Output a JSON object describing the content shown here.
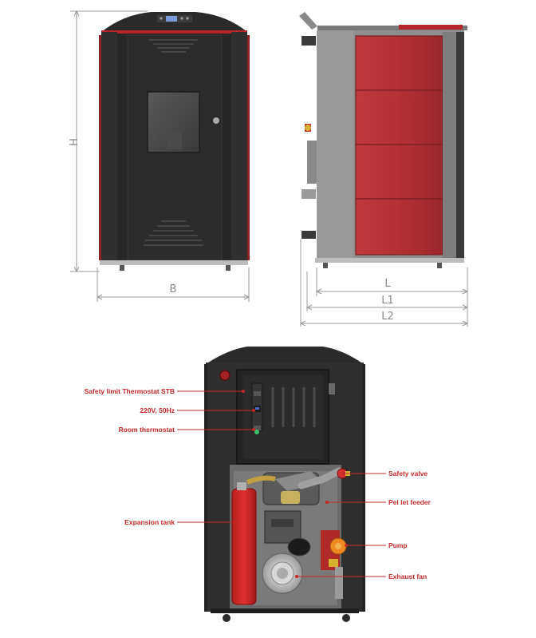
{
  "dimensions": {
    "height": "H",
    "width": "B",
    "length": "L",
    "length_1": "L1",
    "length_2": "L2"
  },
  "callouts": {
    "stb": "Safety limit Thermostat STB",
    "power": "220V, 50Hz",
    "room_thermostat": "Room thermostat",
    "expansion_tank": "Expansion tank",
    "safety_valve": "Safety valve",
    "pellet_feeder": "Pel let feeder",
    "pump": "Pump",
    "exhaust_fan": "Exhaust fan"
  },
  "colors": {
    "body": "#262626",
    "accent_red": "#b3262b",
    "annotation": "#c62828",
    "side_panel": "#c0393d",
    "dimension_line": "#9a9a9a"
  }
}
